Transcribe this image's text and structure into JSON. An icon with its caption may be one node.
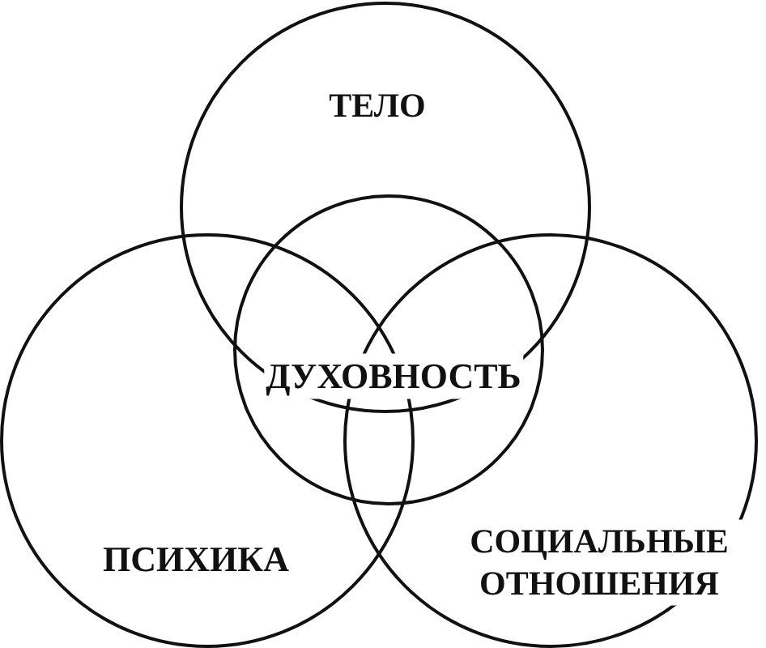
{
  "diagram": {
    "nodes": [
      {
        "text": [
          "ТЕЛО"
        ]
      },
      {
        "text": [
          "ДУХОВНОСТЬ"
        ]
      },
      {
        "text": [
          "ПСИХИКА"
        ]
      },
      {
        "text": [
          "СОЦИАЛЬНЫЕ ОТНОШЕНИЯ"
        ]
      }
    ]
  }
}
